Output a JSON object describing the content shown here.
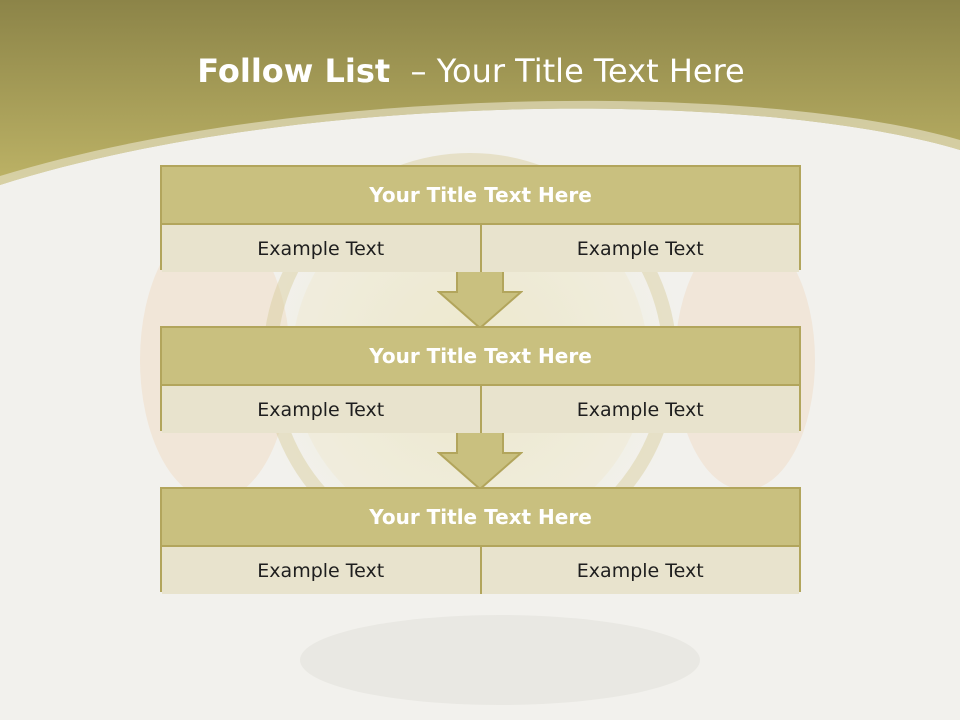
{
  "slide": {
    "title_bold": "Follow List",
    "title_rest": "  – Your Title Text Here"
  },
  "steps": [
    {
      "title": "Your Title Text Here",
      "left": "Example Text",
      "right": "Example Text"
    },
    {
      "title": "Your Title Text Here",
      "left": "Example Text",
      "right": "Example Text"
    },
    {
      "title": "Your Title Text Here",
      "left": "Example Text",
      "right": "Example Text"
    }
  ],
  "colors": {
    "header_band": "#a39a52",
    "box_header": "#c9c07f",
    "box_cell": "#e8e3cd",
    "border": "#b2a55c",
    "arrow": "#c9c07f"
  }
}
